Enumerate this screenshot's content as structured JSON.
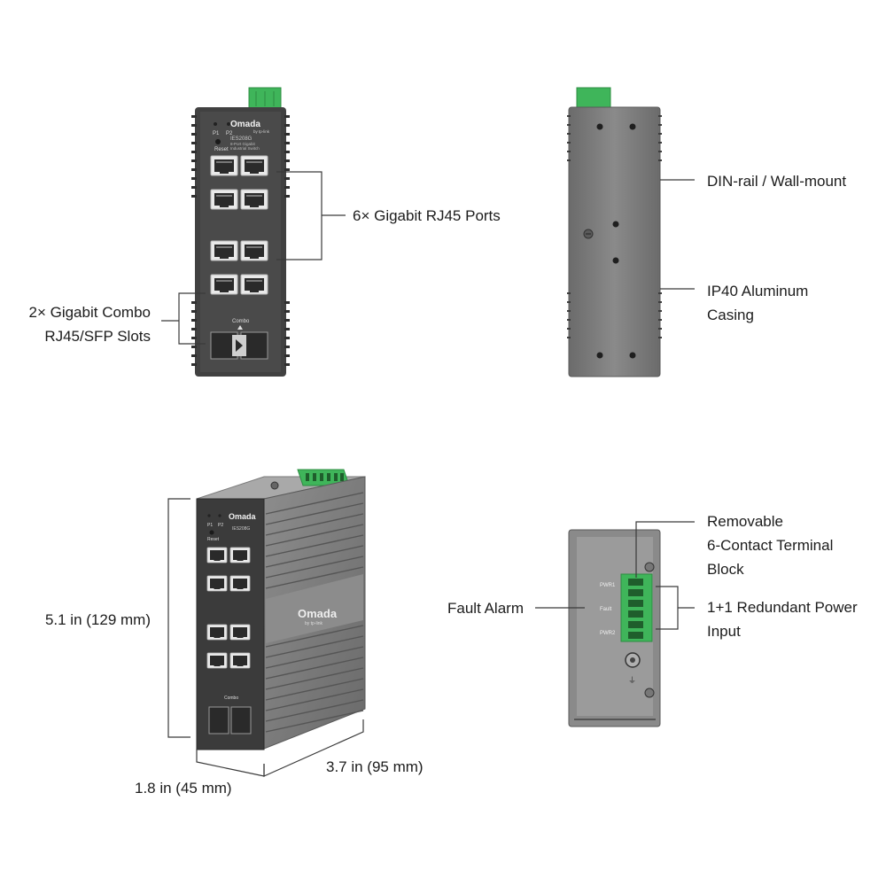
{
  "device": {
    "brand": "Omada",
    "brand_sub": "by tp-link",
    "model": "IES208G",
    "model_desc_1": "8-Port Gigabit",
    "model_desc_2": "Industrial Switch",
    "led_p1": "P1",
    "led_p2": "P2",
    "reset": "Reset",
    "combo": "Combo",
    "pwr1": "PWR1",
    "pwr2": "PWR2",
    "fault": "Fault"
  },
  "callouts": {
    "rj45_ports": "6× Gigabit RJ45 Ports",
    "combo_line1": "2× Gigabit Combo",
    "combo_line2": "RJ45/SFP Slots",
    "din_rail": "DIN-rail / Wall-mount",
    "casing_line1": "IP40 Aluminum",
    "casing_line2": "Casing",
    "terminal_line1": "Removable",
    "terminal_line2": "6-Contact Terminal",
    "terminal_line3": "Block",
    "fault_alarm": "Fault Alarm",
    "power_line1": "1+1 Redundant Power",
    "power_line2": "Input"
  },
  "dimensions": {
    "height": "5.1 in (129 mm)",
    "width": "1.8 in (45 mm)",
    "depth": "3.7 in (95 mm)"
  },
  "colors": {
    "body_dark": "#3d3d3d",
    "body_mid": "#6e6e6e",
    "side_gray": "#7a7a7a",
    "terminal_green": "#3fb55a",
    "line": "#3a3a3a"
  }
}
